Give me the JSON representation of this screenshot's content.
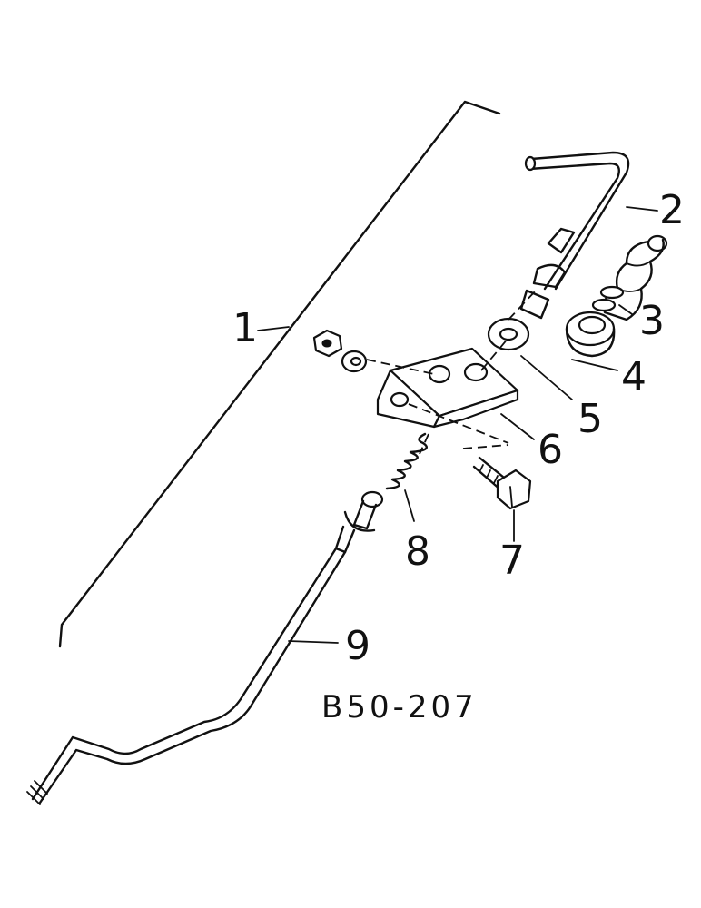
{
  "figure_code": "B50-207",
  "callouts": [
    "1",
    "2",
    "3",
    "4",
    "5",
    "6",
    "7",
    "8",
    "9"
  ],
  "parts": {
    "p1": "bracket",
    "p2": "bent-rod",
    "p3": "rubber-boot",
    "p4": "cup-retainer",
    "p5": "washer",
    "p6": "mounting-plate",
    "p7": "hex-bolt",
    "p8": "spring",
    "p9": "control-rod"
  }
}
